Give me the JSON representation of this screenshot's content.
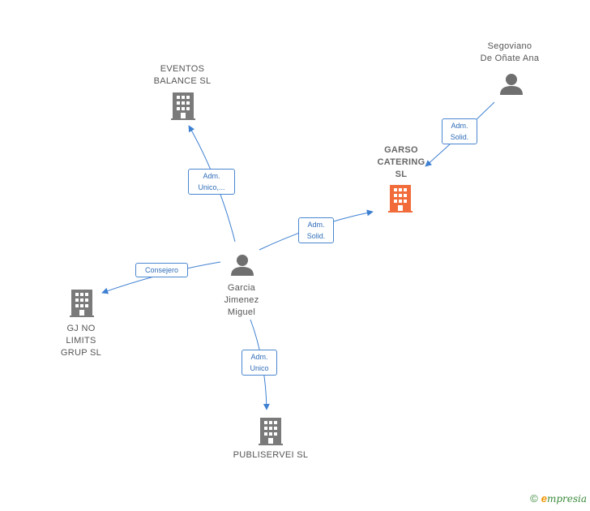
{
  "nodes": {
    "eventos": {
      "label": "EVENTOS\nBALANCE  SL",
      "icon": "building-icon",
      "color": "#7a7a7a"
    },
    "garso": {
      "label": "GARSO\nCATERING\nSL",
      "icon": "building-icon",
      "color": "#f26b3a"
    },
    "segoviano": {
      "label": "Segoviano\nDe Oñate Ana",
      "icon": "person-icon",
      "color": "#6f6f6f"
    },
    "garcia": {
      "label": "Garcia\nJimenez\nMiguel",
      "icon": "person-icon",
      "color": "#6f6f6f"
    },
    "gjno": {
      "label": "GJ NO\nLIMITS\nGRUP  SL",
      "icon": "building-icon",
      "color": "#7a7a7a"
    },
    "publiservei": {
      "label": "PUBLISERVEI SL",
      "icon": "building-icon",
      "color": "#7a7a7a"
    }
  },
  "edges": {
    "garcia_eventos": "Adm.\nUnico,...",
    "garcia_garso": "Adm.\nSolid.",
    "segoviano_garso": "Adm.\nSolid.",
    "garcia_gjno": "Consejero",
    "garcia_publiservei": "Adm.\nUnico"
  },
  "colors": {
    "edge": "#3d7fd1",
    "edge_label_border": "#4a86d0"
  },
  "footer": {
    "copyright": "©",
    "brand_initial": "e",
    "brand_rest": "mpresia"
  }
}
